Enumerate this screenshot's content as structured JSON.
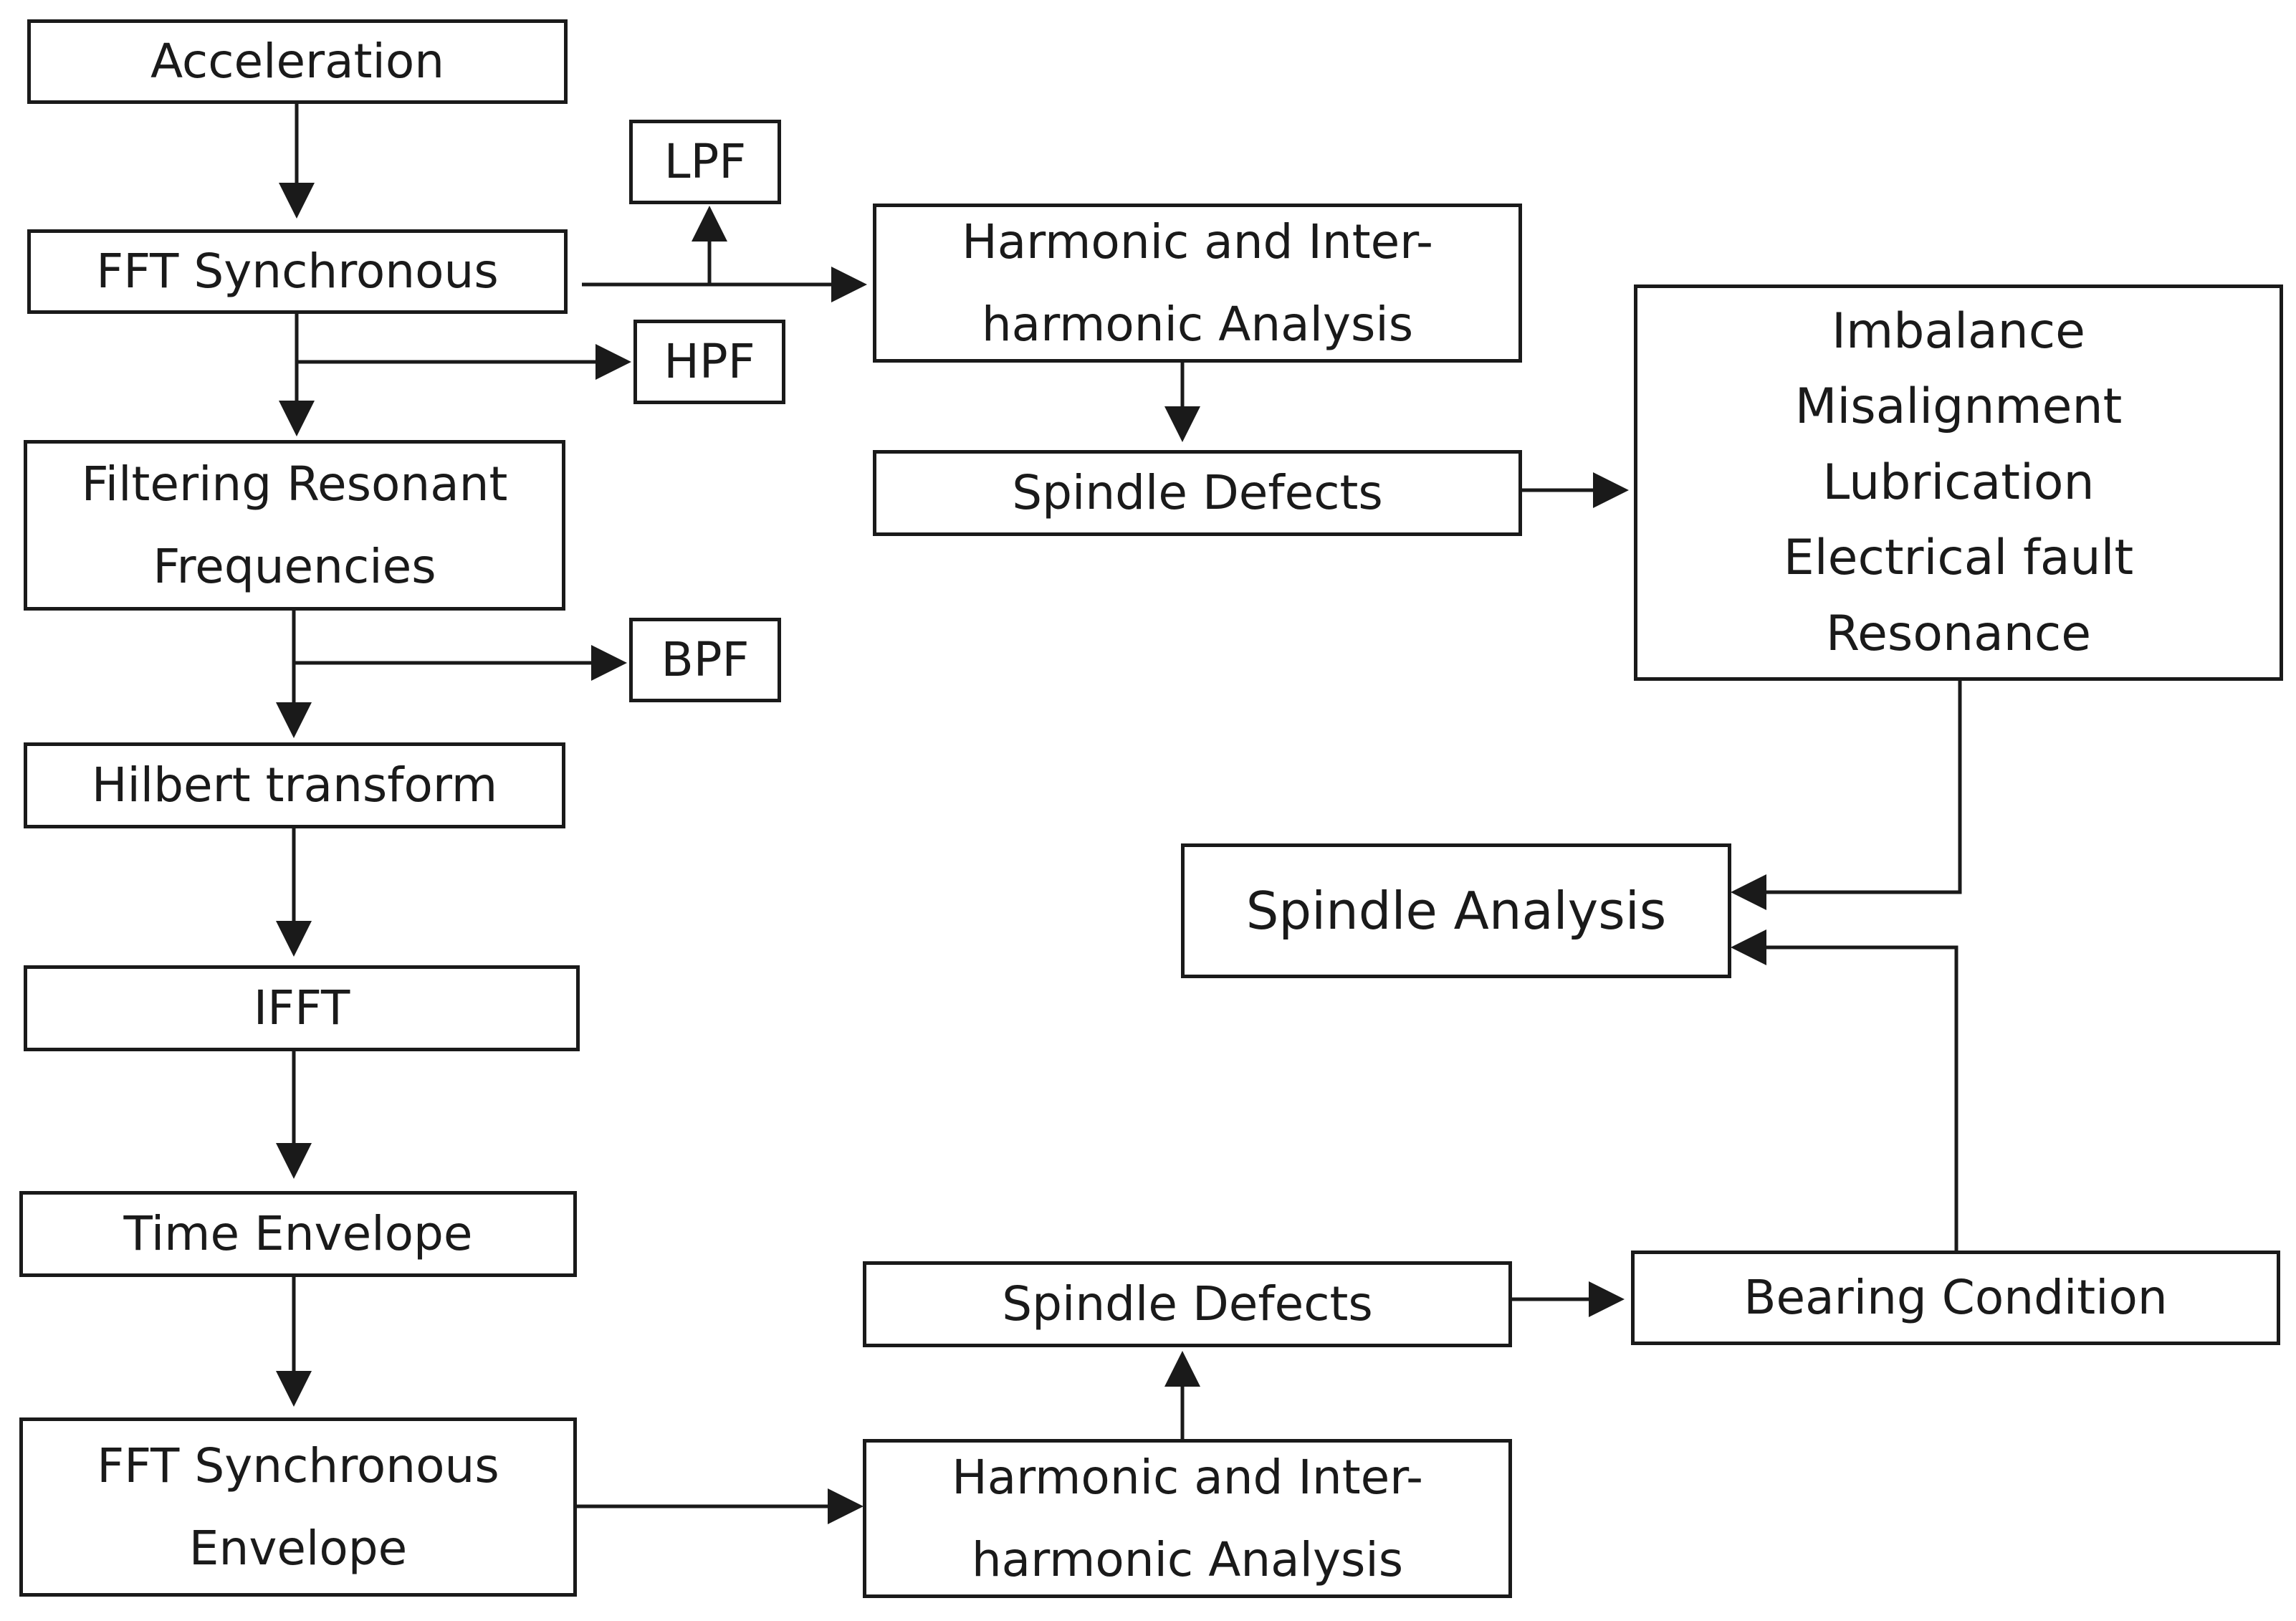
{
  "diagram": {
    "acceleration": "Acceleration",
    "fft_synchronous": "FFT Synchronous",
    "lpf": "LPF",
    "hpf": "HPF",
    "filtering_resonant": [
      "Filtering Resonant",
      "Frequencies"
    ],
    "bpf": "BPF",
    "hilbert_transform": "Hilbert transform",
    "ifft": "IFFT",
    "time_envelope": "Time Envelope",
    "fft_synchronous_envelope": [
      "FFT Synchronous",
      "Envelope"
    ],
    "harmonic_analysis_top": [
      "Harmonic and Inter-",
      "harmonic Analysis"
    ],
    "spindle_defects_top": "Spindle Defects",
    "fault_list": [
      "Imbalance",
      "Misalignment",
      "Lubrication",
      "Electrical fault",
      "Resonance"
    ],
    "spindle_analysis": "Spindle Analysis",
    "harmonic_analysis_bottom": [
      "Harmonic and Inter-",
      "harmonic Analysis"
    ],
    "spindle_defects_bottom": "Spindle Defects",
    "bearing_condition": "Bearing Condition"
  }
}
